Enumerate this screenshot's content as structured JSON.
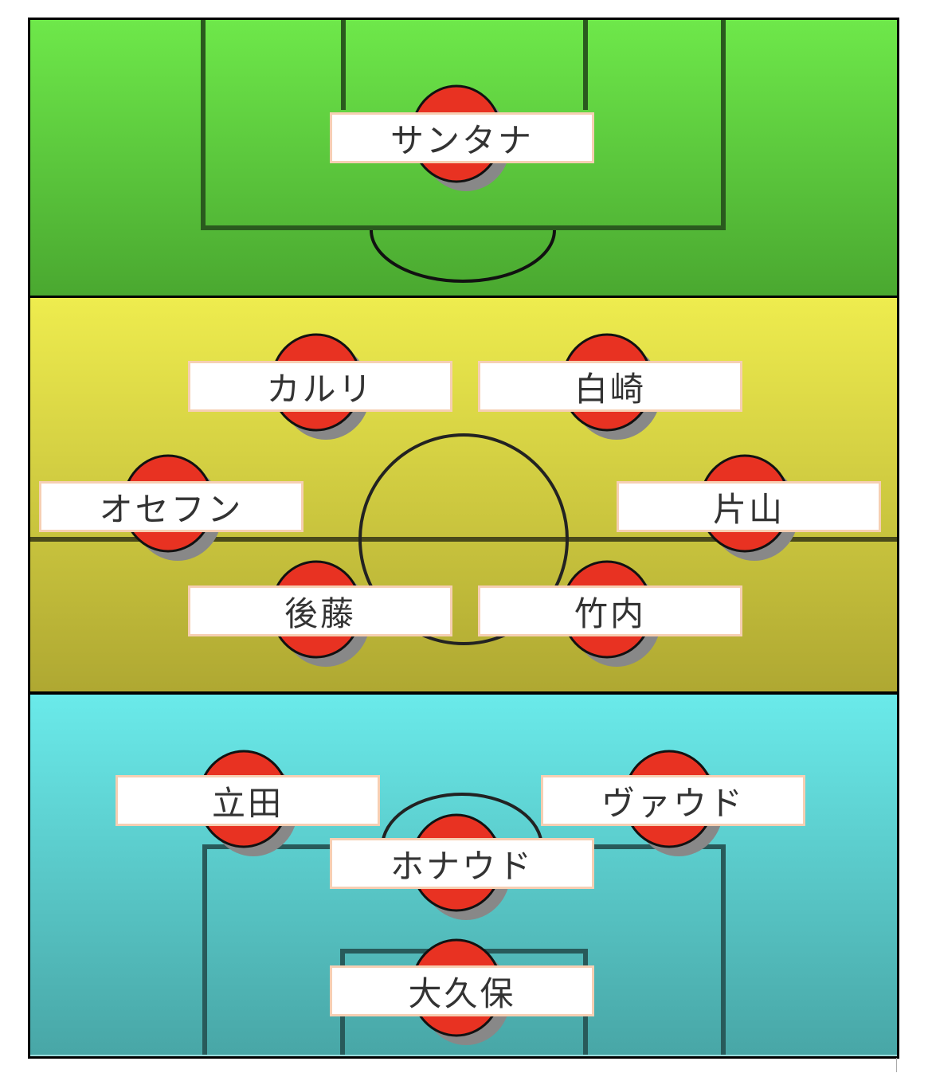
{
  "formation": {
    "zones": [
      {
        "name": "forward",
        "color_top": "#6ee84a",
        "color_bottom": "#4aa830"
      },
      {
        "name": "midfield",
        "color_top": "#eeec4e",
        "color_bottom": "#afa832"
      },
      {
        "name": "defense",
        "color_top": "#6aeaea",
        "color_bottom": "#48a6a6"
      }
    ],
    "player_color": "#e83222",
    "players": [
      {
        "name": "サンタナ"
      },
      {
        "name": "カルリ"
      },
      {
        "name": "白崎"
      },
      {
        "name": "オセフン"
      },
      {
        "name": "片山"
      },
      {
        "name": "後藤"
      },
      {
        "name": "竹内"
      },
      {
        "name": "立田"
      },
      {
        "name": "ヴァウド"
      },
      {
        "name": "ホナウド"
      },
      {
        "name": "大久保"
      }
    ]
  }
}
